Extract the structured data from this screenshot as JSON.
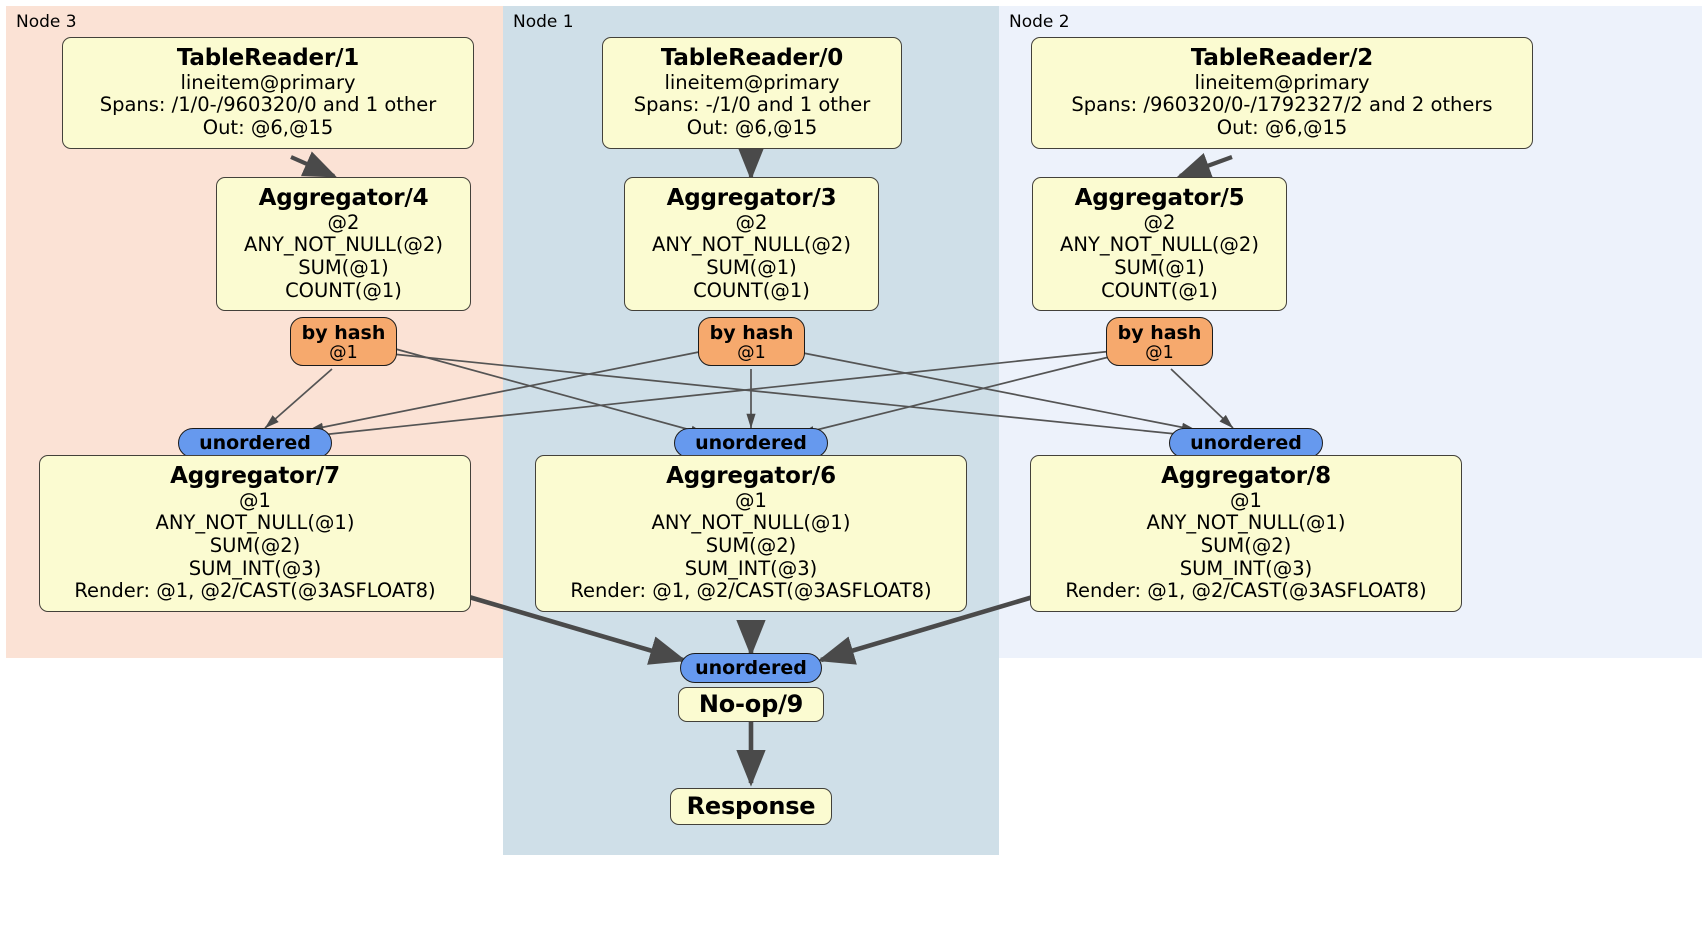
{
  "panels": [
    {
      "id": "node3",
      "label": "Node 3",
      "color": "#fbe2d5"
    },
    {
      "id": "node1",
      "label": "Node 1",
      "color": "#cfdfe8"
    },
    {
      "id": "node2",
      "label": "Node 2",
      "color": "#edf2fb"
    }
  ],
  "readers": {
    "node3": {
      "title": "TableReader/1",
      "table": "lineitem@primary",
      "spans": "Spans: /1/0-/960320/0 and 1 other",
      "out": "Out: @6,@15"
    },
    "node1": {
      "title": "TableReader/0",
      "table": "lineitem@primary",
      "spans": "Spans: -/1/0 and 1 other",
      "out": "Out: @6,@15"
    },
    "node2": {
      "title": "TableReader/2",
      "table": "lineitem@primary",
      "spans": "Spans: /960320/0-/1792327/2 and 2 others",
      "out": "Out: @6,@15"
    }
  },
  "local_aggregators": {
    "node3": {
      "title": "Aggregator/4",
      "group": "@2",
      "agg1": "ANY_NOT_NULL(@2)",
      "agg2": "SUM(@1)",
      "agg3": "COUNT(@1)"
    },
    "node1": {
      "title": "Aggregator/3",
      "group": "@2",
      "agg1": "ANY_NOT_NULL(@2)",
      "agg2": "SUM(@1)",
      "agg3": "COUNT(@1)"
    },
    "node2": {
      "title": "Aggregator/5",
      "group": "@2",
      "agg1": "ANY_NOT_NULL(@2)",
      "agg2": "SUM(@1)",
      "agg3": "COUNT(@1)"
    }
  },
  "hash_routers": {
    "node3": {
      "label": "by hash",
      "column": "@1"
    },
    "node1": {
      "label": "by hash",
      "column": "@1"
    },
    "node2": {
      "label": "by hash",
      "column": "@1"
    }
  },
  "unordered_syncs": {
    "node3": {
      "label": "unordered"
    },
    "node1": {
      "label": "unordered"
    },
    "node2": {
      "label": "unordered"
    },
    "final": {
      "label": "unordered"
    }
  },
  "final_aggregators": {
    "node3": {
      "title": "Aggregator/7",
      "group": "@1",
      "agg1": "ANY_NOT_NULL(@1)",
      "agg2": "SUM(@2)",
      "agg3": "SUM_INT(@3)",
      "render": "Render: @1, @2/CAST(@3ASFLOAT8)"
    },
    "node1": {
      "title": "Aggregator/6",
      "group": "@1",
      "agg1": "ANY_NOT_NULL(@1)",
      "agg2": "SUM(@2)",
      "agg3": "SUM_INT(@3)",
      "render": "Render: @1, @2/CAST(@3ASFLOAT8)"
    },
    "node2": {
      "title": "Aggregator/8",
      "group": "@1",
      "agg1": "ANY_NOT_NULL(@1)",
      "agg2": "SUM(@2)",
      "agg3": "SUM_INT(@3)",
      "render": "Render: @1, @2/CAST(@3ASFLOAT8)"
    }
  },
  "noop": {
    "title": "No-op/9"
  },
  "response": {
    "title": "Response"
  }
}
